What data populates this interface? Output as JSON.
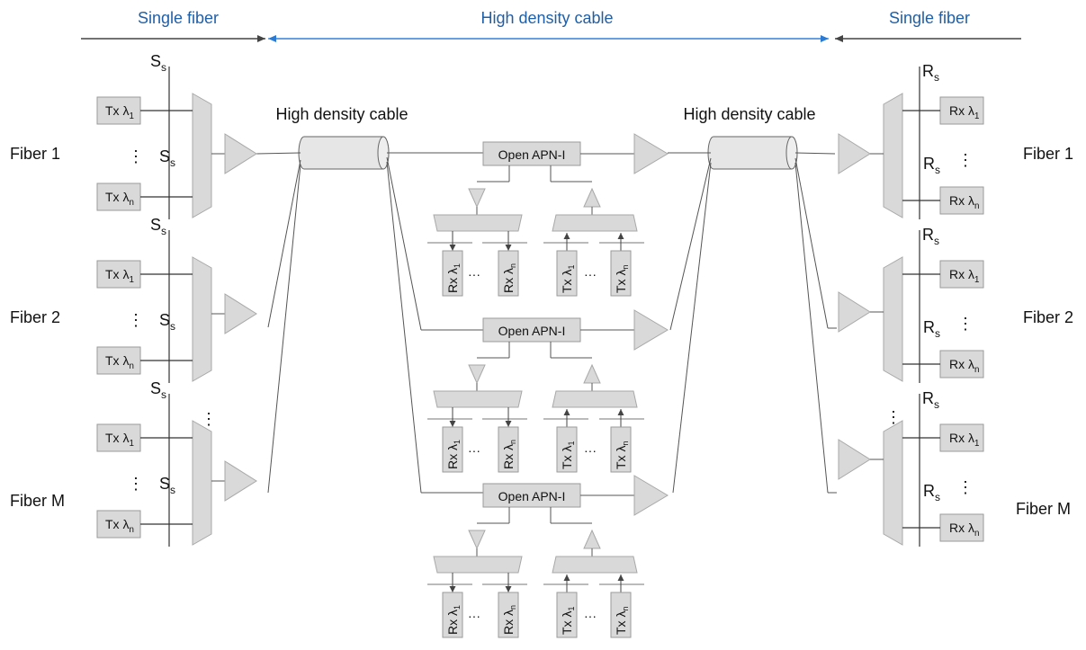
{
  "header": {
    "left": "Single fiber",
    "middle": "High density cable",
    "right": "Single fiber"
  },
  "labels": {
    "cable_left": "High density cable",
    "cable_right": "High density cable",
    "ss": "S",
    "ss_sub": "s",
    "rs": "R",
    "rs_sub": "s",
    "dots_v": "⋮",
    "dots_h": "···"
  },
  "fibers_left": [
    "Fiber 1",
    "Fiber 2",
    "Fiber M"
  ],
  "fibers_right": [
    "Fiber 1",
    "Fiber 2",
    "Fiber M"
  ],
  "tx_label": "Tx λ",
  "rx_label": "Rx λ",
  "sub_1": "1",
  "sub_n": "n",
  "apn_label": "Open APN-I",
  "colors": {
    "header_text": "#1f5fa8",
    "blue_arrow": "#2b7bd4",
    "dark_arrow": "#444444",
    "component_fill": "#d9d9d9"
  }
}
